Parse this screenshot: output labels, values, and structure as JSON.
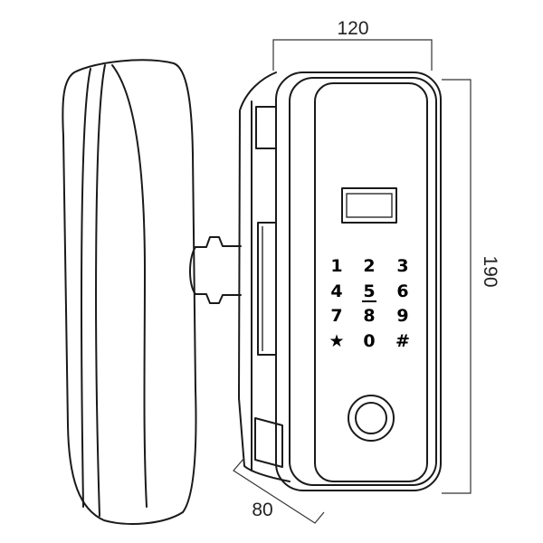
{
  "dimensions": {
    "width": "120",
    "height": "190",
    "depth": "80"
  },
  "keypad": {
    "keys": [
      "1",
      "2",
      "3",
      "4",
      "5",
      "6",
      "7",
      "8",
      "9",
      "★",
      "0",
      "#"
    ]
  },
  "colors": {
    "line": "#1a1a1a",
    "background": "#ffffff"
  },
  "icons": {
    "fingerprint_sensor": "fingerprint-sensor-icon"
  }
}
